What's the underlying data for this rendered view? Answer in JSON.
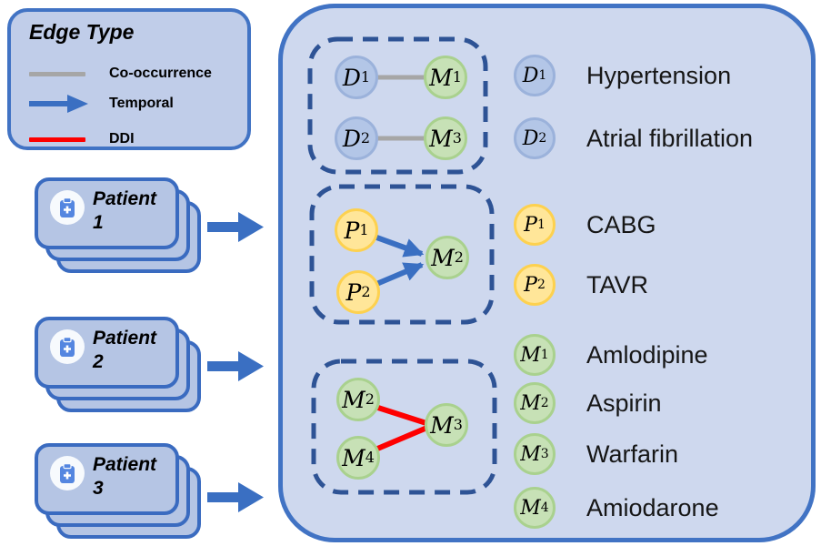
{
  "edge_legend": {
    "title": "Edge Type",
    "items": [
      {
        "label": "Co-occurrence",
        "style": "line",
        "color": "#a6a6a6"
      },
      {
        "label": "Temporal",
        "style": "arrow",
        "color": "#3a6fc2"
      },
      {
        "label": "DDI",
        "style": "line",
        "color": "#fe0000"
      }
    ]
  },
  "patients": [
    {
      "label": "Patient",
      "number": "1"
    },
    {
      "label": "Patient",
      "number": "2"
    },
    {
      "label": "Patient",
      "number": "3"
    }
  ],
  "nodes": {
    "D1": {
      "letter": "D",
      "sub": "1",
      "type": "disease"
    },
    "D2": {
      "letter": "D",
      "sub": "2",
      "type": "disease"
    },
    "P1": {
      "letter": "P",
      "sub": "1",
      "type": "procedure"
    },
    "P2": {
      "letter": "P",
      "sub": "2",
      "type": "procedure"
    },
    "M1": {
      "letter": "M",
      "sub": "1",
      "type": "medication"
    },
    "M2": {
      "letter": "M",
      "sub": "2",
      "type": "medication"
    },
    "M3": {
      "letter": "M",
      "sub": "3",
      "type": "medication"
    },
    "M4": {
      "letter": "M",
      "sub": "4",
      "type": "medication"
    }
  },
  "graph_groups": [
    {
      "name": "co-occurrence-group",
      "edges": [
        {
          "from": "D1",
          "to": "M1",
          "type": "co-occurrence"
        },
        {
          "from": "D2",
          "to": "M3",
          "type": "co-occurrence"
        }
      ]
    },
    {
      "name": "temporal-group",
      "edges": [
        {
          "from": "P1",
          "to": "M2",
          "type": "temporal"
        },
        {
          "from": "P2",
          "to": "M2",
          "type": "temporal"
        }
      ]
    },
    {
      "name": "ddi-group",
      "edges": [
        {
          "from": "M2",
          "to": "M3",
          "type": "ddi"
        },
        {
          "from": "M4",
          "to": "M3",
          "type": "ddi"
        }
      ]
    }
  ],
  "node_legend": [
    {
      "letter": "D",
      "sub": "1",
      "type": "disease",
      "name": "Hypertension"
    },
    {
      "letter": "D",
      "sub": "2",
      "type": "disease",
      "name": "Atrial fibrillation"
    },
    {
      "letter": "P",
      "sub": "1",
      "type": "procedure",
      "name": "CABG"
    },
    {
      "letter": "P",
      "sub": "2",
      "type": "procedure",
      "name": "TAVR"
    },
    {
      "letter": "M",
      "sub": "1",
      "type": "medication",
      "name": "Amlodipine"
    },
    {
      "letter": "M",
      "sub": "2",
      "type": "medication",
      "name": "Aspirin"
    },
    {
      "letter": "M",
      "sub": "3",
      "type": "medication",
      "name": "Warfarin"
    },
    {
      "letter": "M",
      "sub": "4",
      "type": "medication",
      "name": "Amiodarone"
    }
  ],
  "colors": {
    "accent_blue": "#4173c4",
    "arrow_blue": "#3a6fc2",
    "dashed_navy": "#2e5395",
    "panel_bg": "#ced8ee",
    "legend_box_bg": "#c0cde9",
    "card_bg": "#b5c5e4",
    "cooccurrence_gray": "#a6a6a6",
    "ddi_red": "#fe0000",
    "disease_fill": "#b3c6e7",
    "disease_border": "#9bb2db",
    "procedure_fill": "#ffe699",
    "procedure_border": "#fdd14f",
    "medication_fill": "#c7e1b6",
    "medication_border": "#a9d18e"
  }
}
